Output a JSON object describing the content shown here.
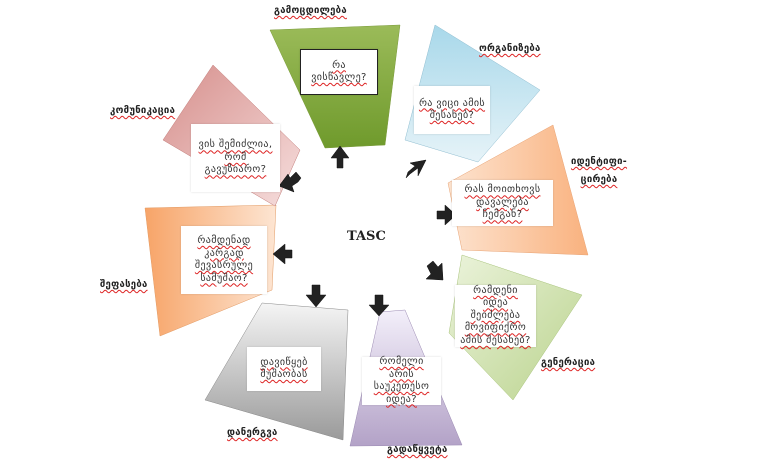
{
  "center_title": "TASC",
  "steps": [
    {
      "label": "გამოცდილება",
      "question": "რა ვისწავლე?",
      "color": "#9bbb59"
    },
    {
      "label": "ორგანიზება",
      "question": "რა ვიცი ამის შესახებ?",
      "color": "#93cddd"
    },
    {
      "label": "იდენტიფი-ცირება",
      "question": "რას მოითხოვს დავალება ჩემგან?",
      "color": "#f79646"
    },
    {
      "label": "გენერაცია",
      "question": "რამდენი იდეა შეიძლება მოვიფიქრო ამის შესახებ?",
      "color": "#c3d69b"
    },
    {
      "label": "გადაწყვეტა",
      "question": "რომელი არის საუკეთესო იდეა?",
      "color": "#b3a2c7"
    },
    {
      "label": "დანერგვა",
      "question": "დავიწყებ მუშაობას",
      "color": "#a6a6a6"
    },
    {
      "label": "შეფასება",
      "question": "რამდენად კარგად შევასრულე სამუშაო?",
      "color": "#fab27a"
    },
    {
      "label": "კომუნიკაცია",
      "question": "ვის შემიძლია, რომ გავუზიარო?",
      "color": "#d99694"
    }
  ]
}
